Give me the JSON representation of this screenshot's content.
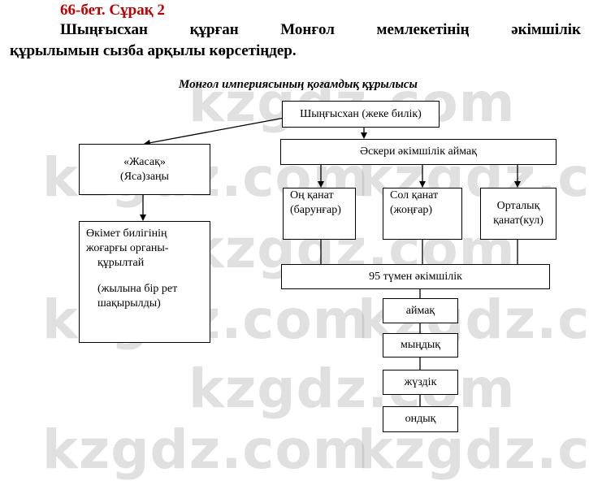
{
  "header": {
    "title": "66-бет. Сұрақ 2",
    "question_line1": [
      "Шыңғысхан",
      "құрған",
      "Монғол",
      "мемлекетінің",
      "әкімшілік"
    ],
    "question_line2": "құрылымын сызба арқылы көрсетіңдер."
  },
  "diagram": {
    "title": "Монғол империясының қоғамдық құрылысы",
    "top": "Шыңғысхан (жеке билік)",
    "law": [
      "«Жасақ»",
      "(Яса)заңы"
    ],
    "government": [
      "Өкімет билігінің",
      "жоғарғы органы-",
      "құрылтай"
    ],
    "government_note": [
      "(жылына бір рет",
      "шақырылды)"
    ],
    "military": "Әскери әкімшілік аймақ",
    "right_wing": [
      "Оң қанат",
      "(барунғар)"
    ],
    "left_wing": [
      "Сол қанат",
      "(жоңғар)"
    ],
    "center_wing": [
      "Орталық",
      "қанат(кул)"
    ],
    "tumen": "95 түмен әкімшілік",
    "units": [
      "аймақ",
      "мыңдық",
      "жүздік",
      "ондық"
    ]
  },
  "watermark": "kzgdz.com"
}
